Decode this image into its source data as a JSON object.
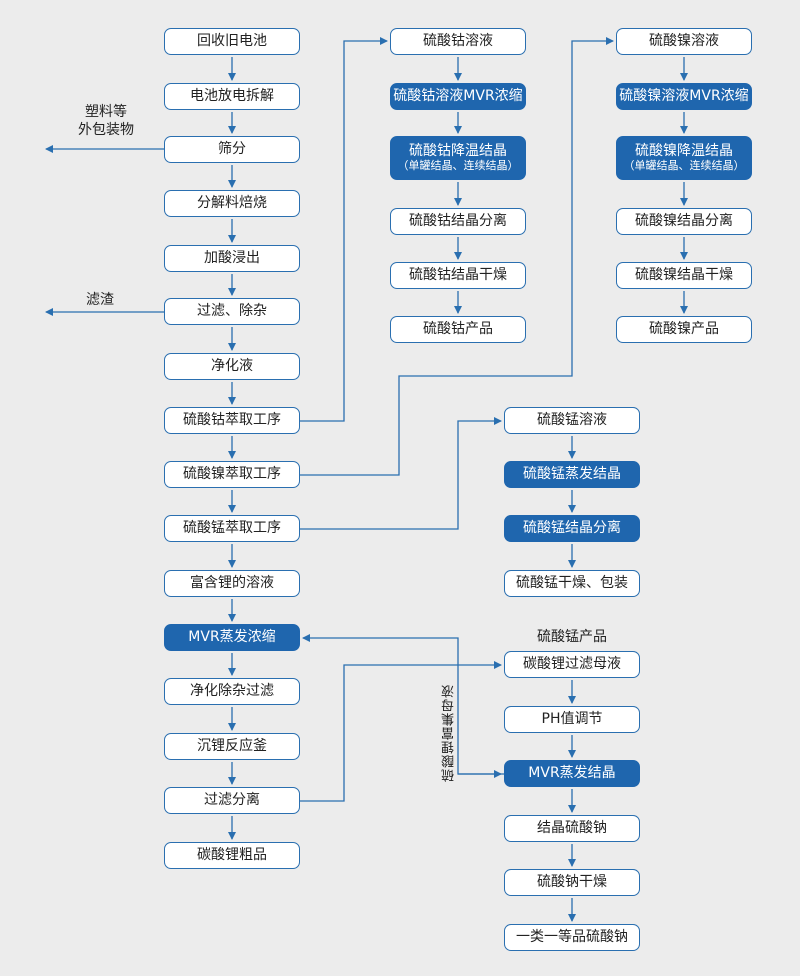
{
  "nodes": {
    "recycle_batteries": "回收旧电池",
    "discharge_dismantle": "电池放电拆解",
    "screening": "筛分",
    "decomposition_roasting": "分解料焙烧",
    "acid_leaching": "加酸浸出",
    "filter_impurity": "过滤、除杂",
    "purified_liquid": "净化液",
    "cobalt_extraction": "硫酸钴萃取工序",
    "nickel_extraction": "硫酸镍萃取工序",
    "manganese_extraction": "硫酸锰萃取工序",
    "lithium_solution": "富含锂的溶液",
    "mvr_concentration": "MVR蒸发浓缩",
    "purify_filter": "净化除杂过滤",
    "lithium_reactor": "沉锂反应釜",
    "filter_separation": "过滤分离",
    "lithium_carbonate_crude": "碳酸锂粗品",
    "cobalt_solution": "硫酸钴溶液",
    "cobalt_mvr": "硫酸钴溶液MVR浓缩",
    "cobalt_cooling": "硫酸钴降温结晶",
    "cobalt_cooling_sub": "（单罐结晶、连续结晶）",
    "cobalt_crystal_sep": "硫酸钴结晶分离",
    "cobalt_crystal_dry": "硫酸钴结晶干燥",
    "cobalt_product": "硫酸钴产品",
    "nickel_solution": "硫酸镍溶液",
    "nickel_mvr": "硫酸镍溶液MVR浓缩",
    "nickel_cooling": "硫酸镍降温结晶",
    "nickel_cooling_sub": "（单罐结晶、连续结晶）",
    "nickel_crystal_sep": "硫酸镍结晶分离",
    "nickel_crystal_dry": "硫酸镍结晶干燥",
    "nickel_product": "硫酸镍产品",
    "manganese_solution": "硫酸锰溶液",
    "manganese_evap": "硫酸锰蒸发结晶",
    "manganese_crystal_sep": "硫酸锰结晶分离",
    "manganese_dry_pack": "硫酸锰干燥、包装",
    "manganese_product": "硫酸锰产品",
    "mother_liquor": "碳酸锂过滤母液",
    "ph_adjust": "PH值调节",
    "mvr_crystal": "MVR蒸发结晶",
    "sodium_sulfate_crystal": "结晶硫酸钠",
    "sodium_sulfate_dry": "硫酸钠干燥",
    "sodium_sulfate_product": "一类一等品硫酸钠"
  },
  "side_labels": {
    "plastics_line1": "塑料等",
    "plastics_line2": "外包装物",
    "filter_residue": "滤渣",
    "lithium_mother_liquor": "硫酸锂富集母液"
  },
  "colors": {
    "line": "#2a6fb0",
    "node_border": "#2a6fb0",
    "highlight_fill": "#1f66ae",
    "background": "#ececec"
  }
}
